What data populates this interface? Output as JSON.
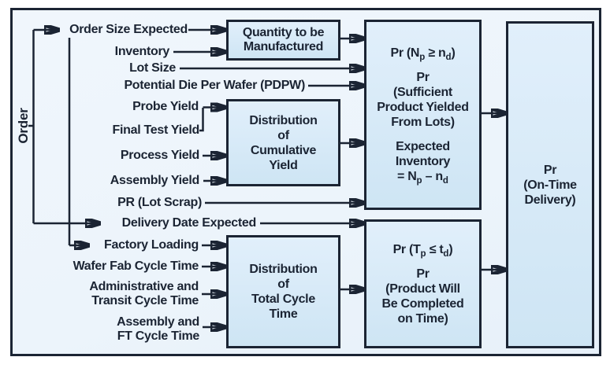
{
  "order": {
    "label": "Order"
  },
  "inputs": [
    {
      "label": "Order Size Expected"
    },
    {
      "label": "Inventory"
    },
    {
      "label": "Lot Size"
    },
    {
      "label": "Potential Die Per Wafer (PDPW)"
    },
    {
      "label": "Probe Yield"
    },
    {
      "label": "Final Test Yield"
    },
    {
      "label": "Process Yield"
    },
    {
      "label": "Assembly Yield"
    },
    {
      "label": "PR (Lot Scrap)"
    },
    {
      "label": "Delivery Date Expected"
    },
    {
      "label": "Factory Loading"
    },
    {
      "label": "Wafer Fab Cycle Time"
    },
    {
      "label": "Administrative and\nTransit Cycle Time"
    },
    {
      "label": "Assembly and\nFT Cycle Time"
    }
  ],
  "boxes": {
    "quantity": {
      "label": "Quantity to be\nManufactured"
    },
    "cumulative_yield": {
      "label": "Distribution\nof\nCumulative\nYield"
    },
    "total_cycle": {
      "label": "Distribution\nof\nTotal Cycle\nTime"
    },
    "pr_yield": {
      "formula": [
        "Pr (N",
        "p",
        " ≥ n",
        "d",
        ")"
      ],
      "body": "Pr\n(Sufficient\nProduct Yielded\nFrom Lots)",
      "expected": "Expected\nInventory",
      "expected_formula": [
        "= N",
        "p",
        " – n",
        "d"
      ]
    },
    "pr_time": {
      "formula": [
        "Pr (T",
        "p",
        " ≤ t",
        "d",
        ")"
      ],
      "body": "Pr\n(Product Will\nBe Completed\non Time)"
    },
    "on_time": {
      "label": "Pr\n(On-Time\nDelivery)"
    }
  },
  "colors": {
    "ink": "#1b2433",
    "frame_background": "#ecf4fb",
    "box_fill_top": "#e1effb",
    "box_fill_bottom": "#cee5f4"
  }
}
